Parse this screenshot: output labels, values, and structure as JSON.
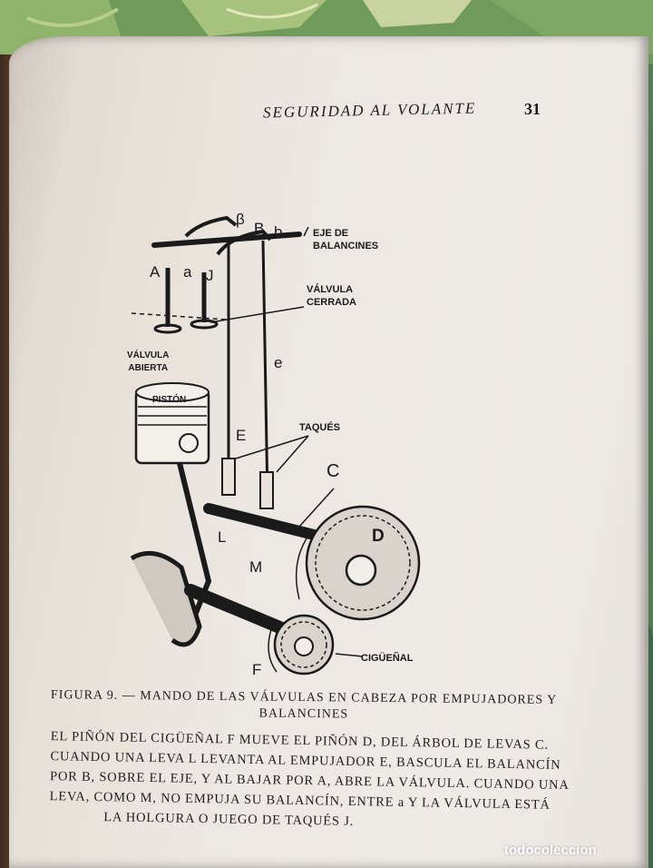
{
  "running_head": "SEGURIDAD AL VOLANTE",
  "page_number": "31",
  "figure_labels": {
    "eje_de_balancines": "EJE DE\nBALANCINES",
    "valvula_cerrada": "VÁLVULA\nCERRADA",
    "valvula_abierta": "VÁLVULA\nABIERTA",
    "piston": "PISTÓN",
    "taques": "TAQUÉS",
    "cigueñal": "CIGÜEÑAL",
    "letter_A": "A",
    "letter_a": "a",
    "letter_J": "J",
    "letter_B": "B",
    "letter_b": "b",
    "letter_beta": "β",
    "letter_e": "e",
    "letter_E": "E",
    "letter_C": "C",
    "letter_D": "D",
    "letter_L": "L",
    "letter_M": "M",
    "letter_F": "F"
  },
  "caption": "FIGURA 9. — MANDO DE LAS VÁLVULAS EN CABEZA POR EMPUJADORES Y BALANCINES",
  "body_lines": [
    "EL PIÑÓN DEL CIGÜEÑAL F MUEVE EL PIÑÓN D, DEL ÁRBOL DE LEVAS C.",
    "CUANDO UNA LEVA L LEVANTA AL EMPUJADOR E, BASCULA EL BALANCÍN",
    "POR B, SOBRE EL EJE, Y AL BAJAR POR A, ABRE LA VÁLVULA. CUANDO UNA",
    "LEVA, COMO M, NO EMPUJA SU BALANCÍN, ENTRE a Y LA VÁLVULA ESTÁ",
    "LA HOLGURA O JUEGO DE TAQUÉS J."
  ],
  "watermark": "todocoleccion",
  "colors": {
    "page": "#ece7e1",
    "ink": "#1d1b1a",
    "foliage": "#5f8c4e",
    "edge": "#3b2a1c"
  }
}
